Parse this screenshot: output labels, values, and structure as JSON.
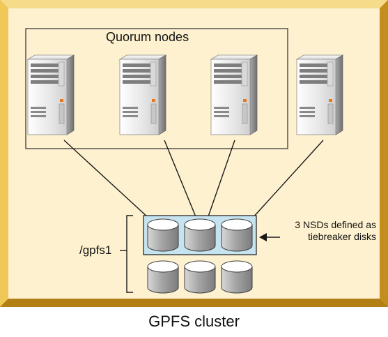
{
  "diagram": {
    "caption": "GPFS cluster",
    "quorum_group_label": "Quorum nodes",
    "filesystem_label": "/gpfs1",
    "tiebreaker_note_line1": "3 NSDs defined as",
    "tiebreaker_note_line2": "tiebreaker disks",
    "quorum_node_count": 3,
    "total_node_count": 4,
    "tiebreaker_disk_count": 3,
    "total_disk_count": 6
  },
  "colors": {
    "panel_fill": "#fdf1cf",
    "panel_border": "#e8b733",
    "panel_border_dark": "#c9951d",
    "server_light": "#f2f2f2",
    "server_dark": "#8a8a8a",
    "disk_body": "#a6a6a6",
    "disk_top": "#ffffff",
    "tiebreaker_highlight": "#c6e3f0",
    "indicator_orange": "#e87a1e"
  },
  "icons": {
    "server": "server-tower-icon",
    "disk": "disk-cylinder-icon",
    "arrow": "left-arrow-icon"
  }
}
